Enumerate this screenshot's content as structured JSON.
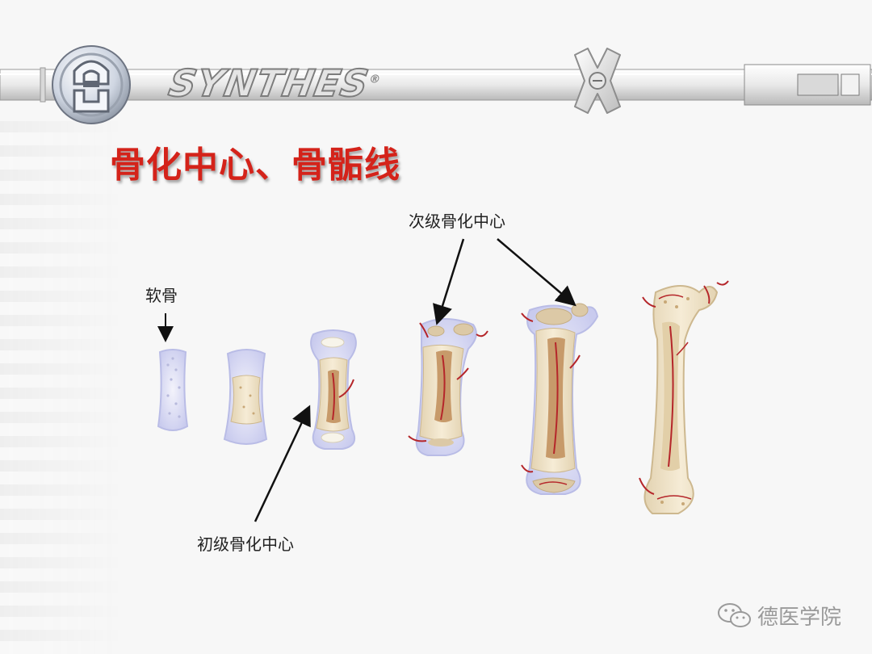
{
  "header": {
    "brand": "SYNTHES",
    "registered_mark": "®"
  },
  "slide": {
    "title": "骨化中心、骨骺线"
  },
  "labels": {
    "cartilage": "软骨",
    "secondary_center": "次级骨化中心",
    "primary_center": "初级骨化中心"
  },
  "watermark": {
    "text": "德医学院"
  },
  "colors": {
    "title": "#d4231a",
    "cartilage": "#dfe0f5",
    "bone": "#efe4cc",
    "spongy": "#dcc9a6",
    "vessel": "#b5262a"
  },
  "icons": [
    "logo-emblem-icon",
    "cross-emblem-icon",
    "wechat-icon"
  ]
}
